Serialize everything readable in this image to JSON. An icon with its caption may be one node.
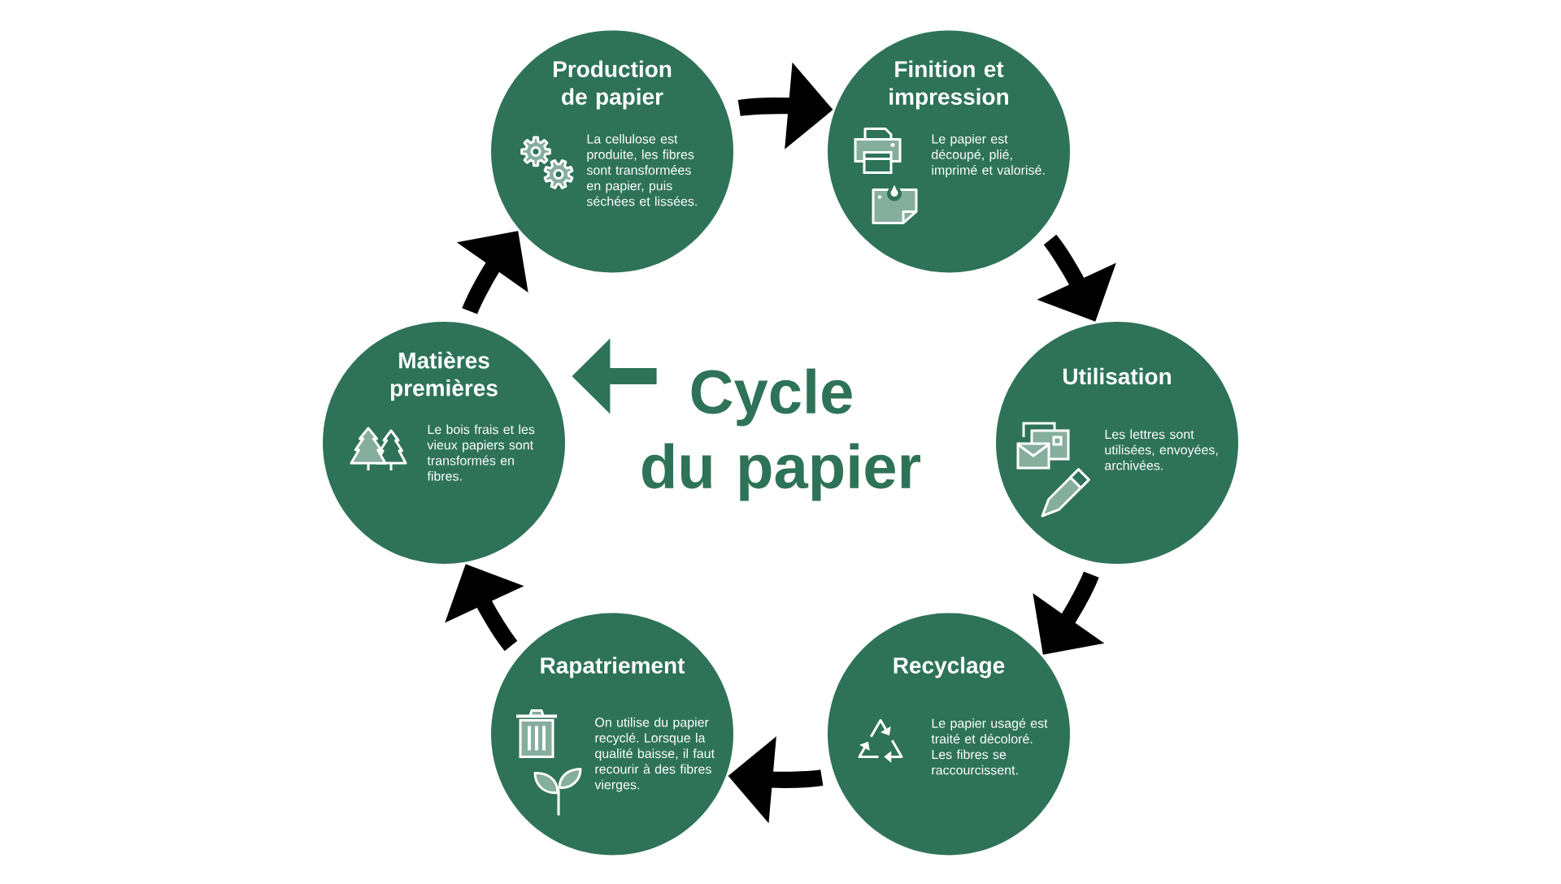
{
  "diagram": {
    "nodes": [
      {
        "text": [
          "Production de papier",
          "La cellulose est produite, les fibres sont transformées en papier, puis séchées et lissées."
        ]
      },
      {
        "text": [
          "Finition et impression",
          "Le papier est découpé, plié, imprimé et valorisé."
        ]
      },
      {
        "text": [
          "Utilisation",
          "Les lettres sont utilisées, envoyées, archivées."
        ]
      },
      {
        "text": [
          "Recyclage",
          "Le papier usagé est traité et décoloré. Les fibres se raccourcissent."
        ]
      },
      {
        "text": [
          "Rapatriement",
          "On utilise du papier recyclé. Lorsque la qualité baisse, il faut recourir à des fibres vierges."
        ]
      },
      {
        "text": [
          "Matières premières",
          "Le bois frais et les vieux papiers sont transformés en fibres."
        ]
      },
      {
        "text": [
          "Cycle du papier"
        ]
      }
    ],
    "edges": [
      {
        "from": 0,
        "to": 1,
        "arrow": "to"
      },
      {
        "from": 1,
        "to": 2,
        "arrow": "to"
      },
      {
        "from": 2,
        "to": 3,
        "arrow": "to"
      },
      {
        "from": 3,
        "to": 4,
        "arrow": "to"
      },
      {
        "from": 4,
        "to": 5,
        "arrow": "to"
      },
      {
        "from": 5,
        "to": 0,
        "arrow": "to"
      },
      {
        "from": 6,
        "to": 5,
        "arrow": "to",
        "color": "#2e7358"
      }
    ]
  }
}
